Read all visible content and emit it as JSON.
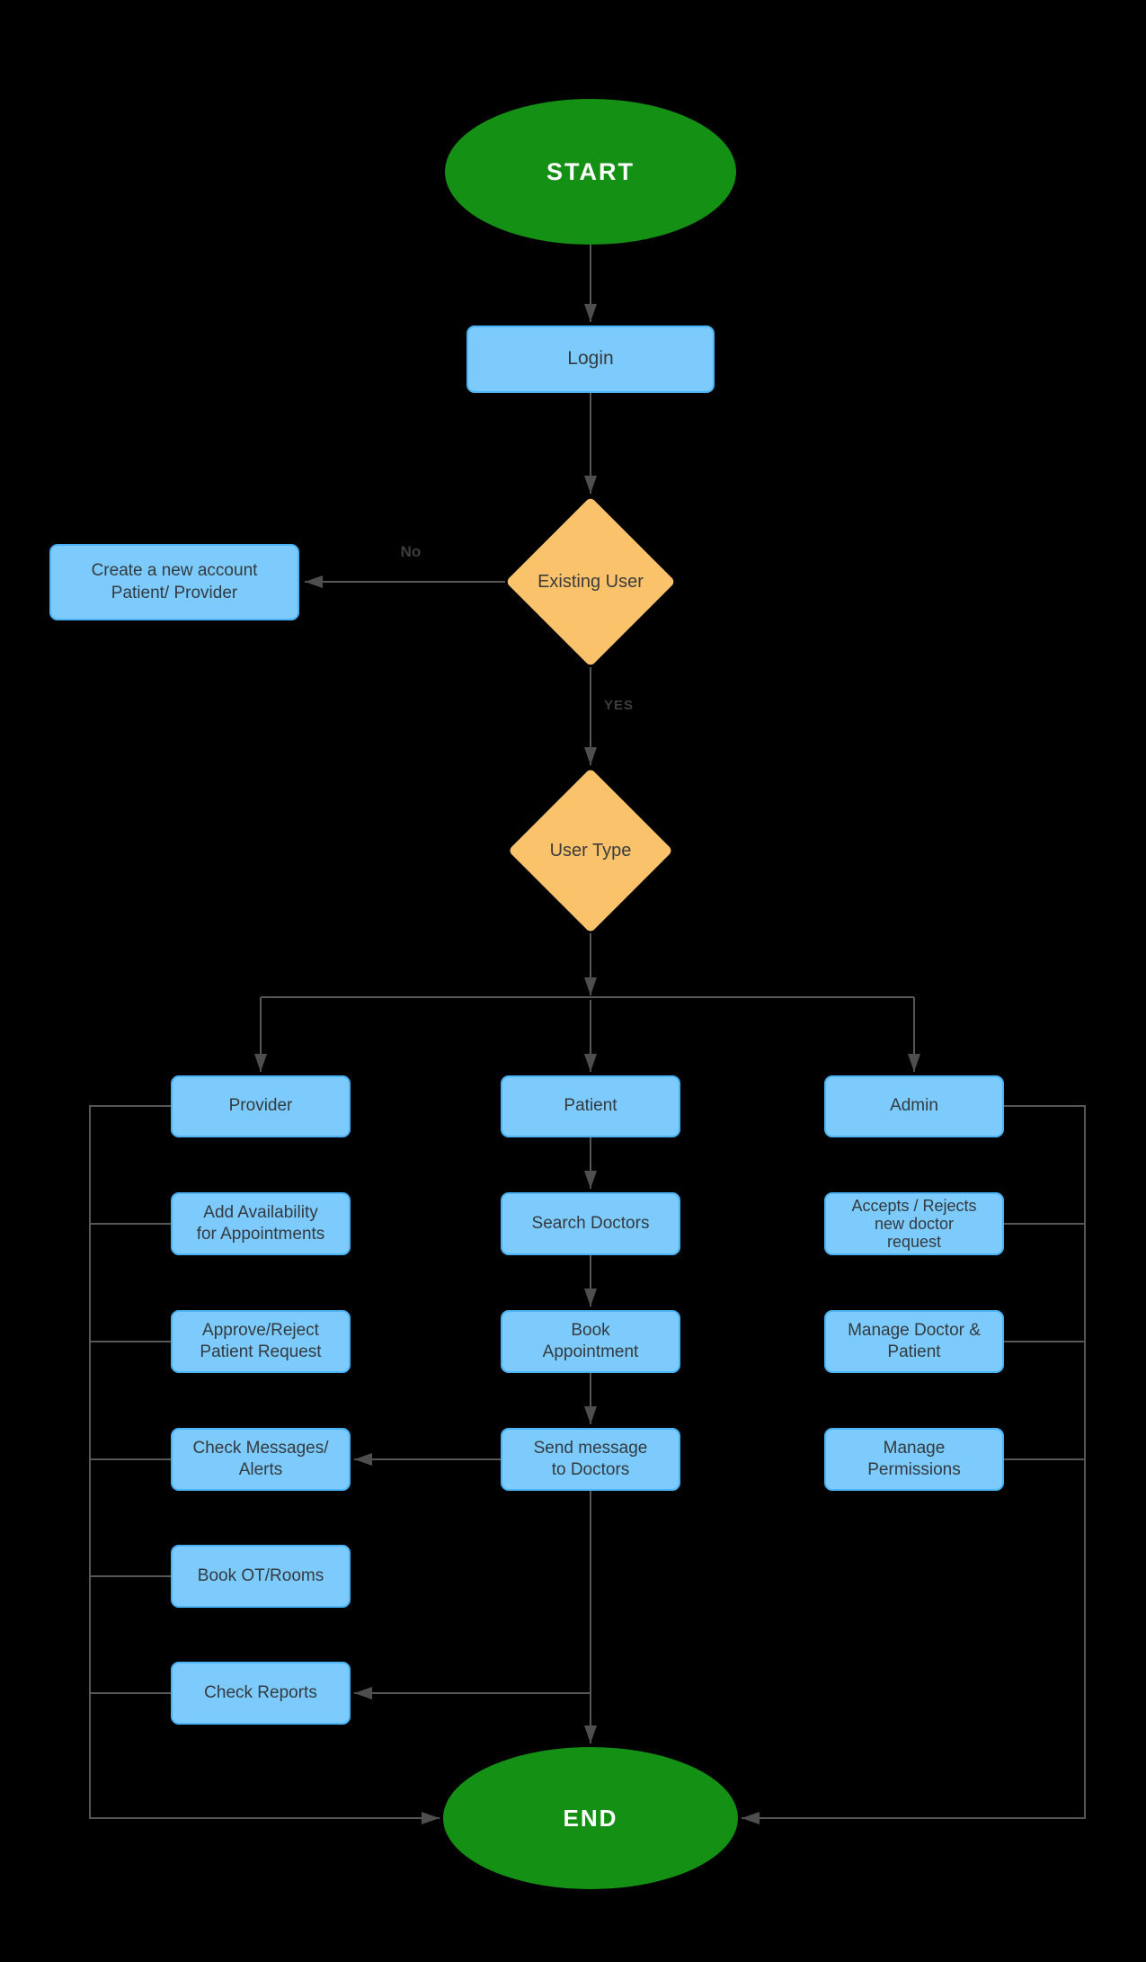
{
  "diagram": {
    "colors": {
      "background": "#000000",
      "terminal_fill": "#149114",
      "terminal_text": "#ffffff",
      "process_fill": "#7dcbfc",
      "process_border": "#4ab3f6",
      "process_text": "#333a40",
      "decision_fill": "#fac36b",
      "decision_text": "#3b3b3b",
      "connector": "#565656",
      "arrowhead": "#4e4e4e",
      "edge_label": "#3d3d3d"
    },
    "nodes": {
      "start": {
        "label": "START"
      },
      "login": {
        "label": "Login"
      },
      "existing_user": {
        "label": "Existing User"
      },
      "create_account": {
        "lines": [
          "Create a new account",
          "Patient/ Provider"
        ]
      },
      "user_type": {
        "label": "User Type"
      },
      "provider": {
        "label": "Provider"
      },
      "patient": {
        "label": "Patient"
      },
      "admin": {
        "label": "Admin"
      },
      "provider_steps": [
        {
          "lines": [
            "Add Availability",
            "for Appointments"
          ]
        },
        {
          "lines": [
            "Approve/Reject",
            "Patient Request"
          ]
        },
        {
          "lines": [
            "Check Messages/",
            "Alerts"
          ]
        },
        {
          "lines": [
            "Book OT/Rooms"
          ]
        },
        {
          "lines": [
            "Check Reports"
          ]
        }
      ],
      "patient_steps": [
        {
          "lines": [
            "Search Doctors"
          ]
        },
        {
          "lines": [
            "Book",
            "Appointment"
          ]
        },
        {
          "lines": [
            "Send message",
            "to Doctors"
          ]
        }
      ],
      "admin_steps": [
        {
          "lines": [
            "Accepts / Rejects",
            "new doctor",
            "request"
          ]
        },
        {
          "lines": [
            "Manage Doctor &",
            "Patient"
          ]
        },
        {
          "lines": [
            "Manage",
            "Permissions"
          ]
        }
      ],
      "end": {
        "label": "END"
      }
    },
    "edge_labels": {
      "no": "No",
      "yes": "YES"
    }
  }
}
